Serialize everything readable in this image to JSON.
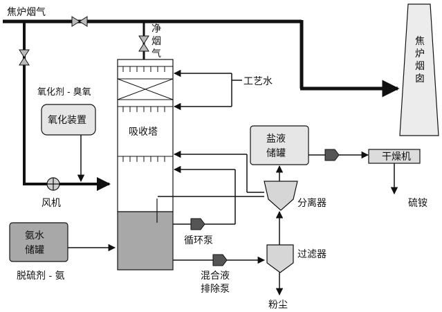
{
  "labels": {
    "coke_oven_gas": "焦炉烟气",
    "clean_gas_1": "净",
    "clean_gas_2": "烟",
    "clean_gas_3": "气",
    "oxidant": "氧化剂 - 臭氧",
    "oxidation_device": "氧化装置",
    "process_water": "工艺水",
    "absorption_tower": "吸收塔",
    "fan": "风机",
    "salt_tank_1": "盐液",
    "salt_tank_2": "储罐",
    "dryer": "干燥机",
    "ammonium_sulfate": "硫铵",
    "separator": "分离器",
    "ammonia_tank_1": "氨水",
    "ammonia_tank_2": "储罐",
    "circulation_pump": "循环泵",
    "desulfurizer": "脱硫剂 - 氨",
    "filter": "过滤器",
    "mixed_pump_1": "混合液",
    "mixed_pump_2": "排除泵",
    "dust": "粉尘",
    "chimney_1": "焦",
    "chimney_2": "炉",
    "chimney_3": "烟",
    "chimney_4": "囱"
  },
  "colors": {
    "line": "#111111",
    "box_fill": "#e6e6e6",
    "liquid_fill": "#a8a8a8",
    "chimney_fill": "#ececec",
    "equipment_fill": "#dcdcdc"
  }
}
